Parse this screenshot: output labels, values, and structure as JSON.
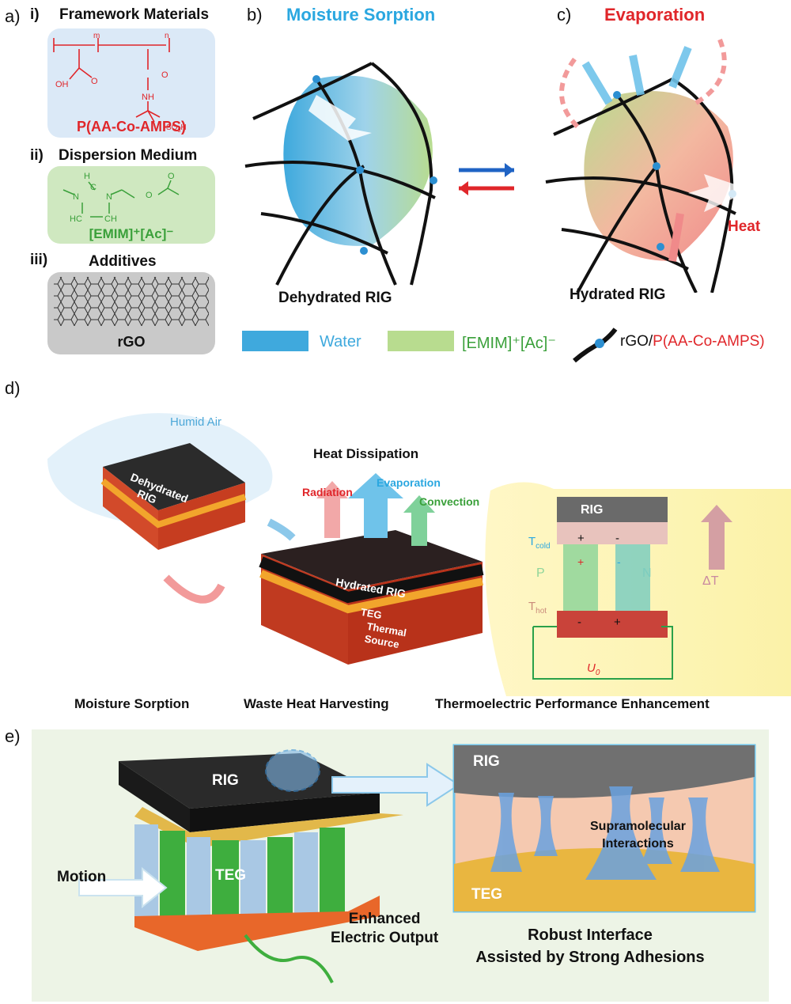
{
  "panel_a": {
    "label": "a)",
    "items": [
      {
        "numeral": "i)",
        "heading": "Framework Materials",
        "name": "P(AA-Co-AMPS)",
        "chem": {
          "cooh_oh": "OH",
          "cooh_o": "O",
          "amide_o": "O",
          "nh": "NH",
          "so3h": "SO",
          "so3h_sub": "3",
          "so3h_tail": "H",
          "m": "m",
          "n": "n"
        }
      },
      {
        "numeral": "ii)",
        "heading": "Dispersion Medium",
        "name": "[EMIM]⁺[Ac]⁻",
        "chem": {
          "h": "H",
          "c": "C",
          "n_plus": "N",
          "n": "N",
          "hc": "HC",
          "ch": "CH",
          "o_minus": "O",
          "o": "O"
        }
      },
      {
        "numeral": "iii)",
        "heading": "Additives",
        "name": "rGO"
      }
    ]
  },
  "panel_b": {
    "label": "b)",
    "title": "Moisture Sorption",
    "caption": "Dehydrated RIG"
  },
  "panel_c": {
    "label": "c)",
    "title": "Evaporation",
    "caption": "Hydrated RIG",
    "heat": "Heat"
  },
  "legend": {
    "water": "Water",
    "il": "[EMIM]⁺[Ac]⁻",
    "chain_prefix": "rGO/",
    "chain_polymer": "P(AA-Co-AMPS)"
  },
  "panel_d": {
    "label": "d)",
    "humid_air": "Humid Air",
    "block_small": [
      "Dehydrated",
      "RIG"
    ],
    "heat_dissipation": "Heat Dissipation",
    "radiation": "Radiation",
    "evaporation": "Evaporation",
    "convection": "Convection",
    "layers": {
      "rig": "Hydrated RIG",
      "teg": "TEG",
      "thermal": [
        "Thermal",
        "Source"
      ]
    },
    "te": {
      "rig": "RIG",
      "t_cold": "T",
      "t_cold_sub": "cold",
      "t_hot": "T",
      "t_hot_sub": "hot",
      "p": "P",
      "n": "N",
      "dT": "ΔT",
      "u0": "U",
      "u0_sub": "0",
      "plus": "+",
      "minus": "-"
    },
    "captions": [
      "Moisture Sorption",
      "Waste Heat Harvesting",
      "Thermoelectric Performance Enhancement"
    ]
  },
  "panel_e": {
    "label": "e)",
    "rig": "RIG",
    "teg": "TEG",
    "motion": "Motion",
    "output": [
      "Enhanced",
      "Electric Output"
    ],
    "inset_rig": "RIG",
    "inset_teg": "TEG",
    "supra": [
      "Supramolecular",
      "Interactions"
    ],
    "robust": [
      "Robust Interface",
      "Assisted by Strong Adhesions"
    ]
  },
  "colors": {
    "water": "#3fa9dd",
    "il": "#b8dc8f",
    "red": "#e0262a",
    "green_text": "#3aa03a",
    "blue_text": "#2aa7e0"
  }
}
